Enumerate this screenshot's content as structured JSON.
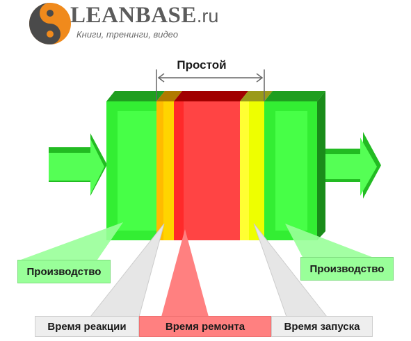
{
  "logo": {
    "brand_main": "LEANBASE",
    "brand_domain": ".ru",
    "tagline": "Книги, тренинги, видео"
  },
  "diagram": {
    "downtime_label": "Простой",
    "labels": {
      "production_left": "Производство",
      "production_right": "Производство",
      "reaction_time": "Время реакции",
      "repair_time": "Время ремонта",
      "launch_time": "Время запуска"
    }
  },
  "colors": {
    "production": "#33ee33",
    "reaction": "#ffbb00",
    "repair": "#ff2a2a",
    "launch": "#ffff33",
    "logo_orange": "#f08a1c"
  },
  "icons": [
    "yin-yang-logo-icon",
    "arrow-right-icon",
    "dimension-arrow-icon"
  ]
}
